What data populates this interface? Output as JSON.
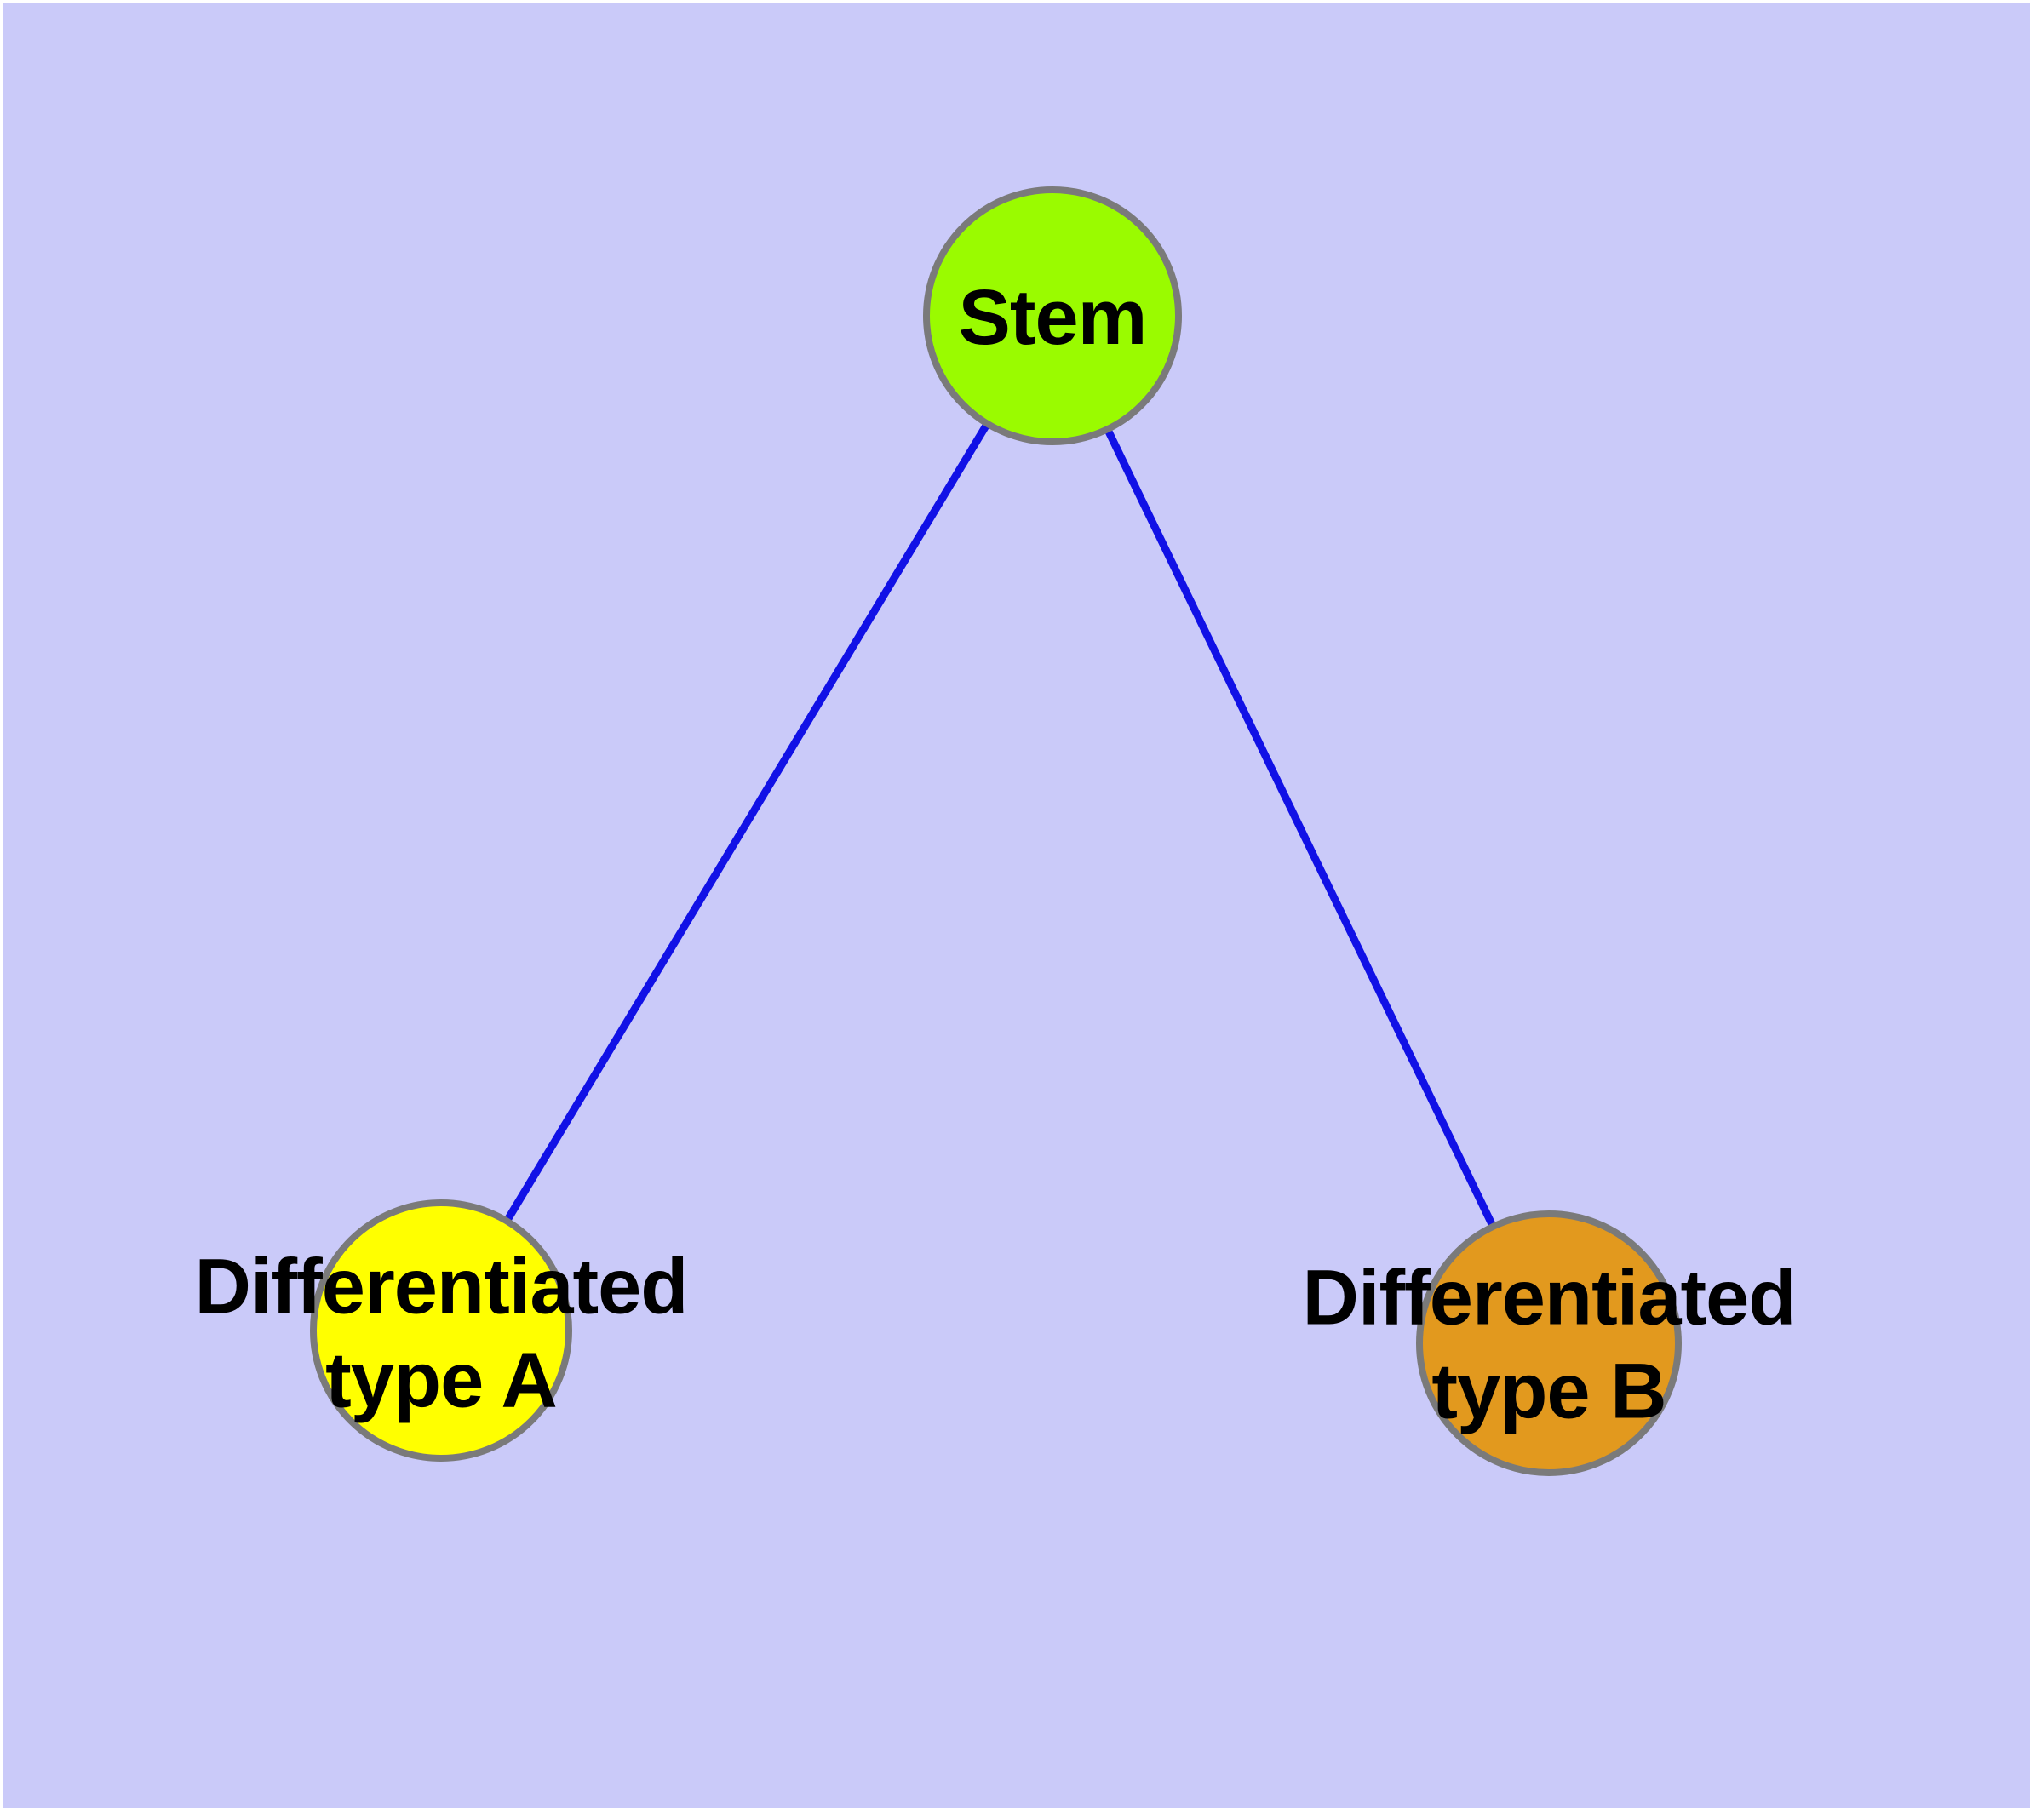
{
  "diagram": {
    "type": "node-link-graph",
    "background_color": "#CACAF9",
    "edge_color": "#1111E6",
    "node_border_color": "#7A7A7A",
    "label_color": "#000000"
  },
  "nodes": [
    {
      "id": "stem",
      "label": "Stem",
      "fill": "#9AFB00"
    },
    {
      "id": "type-a",
      "label": "Differentiated\ntype A",
      "fill": "#FFFF00"
    },
    {
      "id": "type-b",
      "label": "Differentiated\ntype B",
      "fill": "#E2991E"
    }
  ],
  "edges": [
    {
      "from": "Stem",
      "to": "Differentiated type A"
    },
    {
      "from": "Stem",
      "to": "Differentiated type B"
    }
  ]
}
